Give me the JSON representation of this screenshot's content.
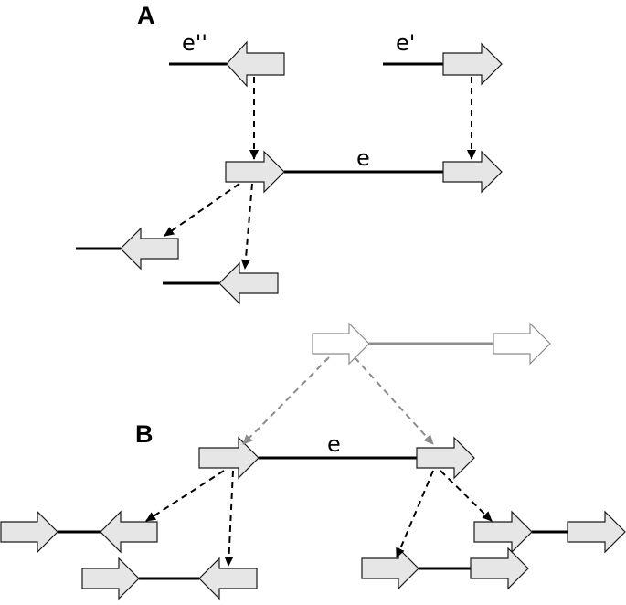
{
  "panels": {
    "a": {
      "label": "A"
    },
    "b": {
      "label": "B"
    }
  },
  "edge_labels": {
    "a_e_double_prime": "e''",
    "a_e_prime": "e'",
    "a_e": "e",
    "b_e": "e"
  },
  "colors": {
    "arrow_fill": "#e6e6e6",
    "arrow_stroke": "#1a1a1a",
    "line": "#000000",
    "faded_fill": "#ffffff",
    "faded_stroke": "#8c8c8c",
    "faded_line": "#8c8c8c"
  }
}
